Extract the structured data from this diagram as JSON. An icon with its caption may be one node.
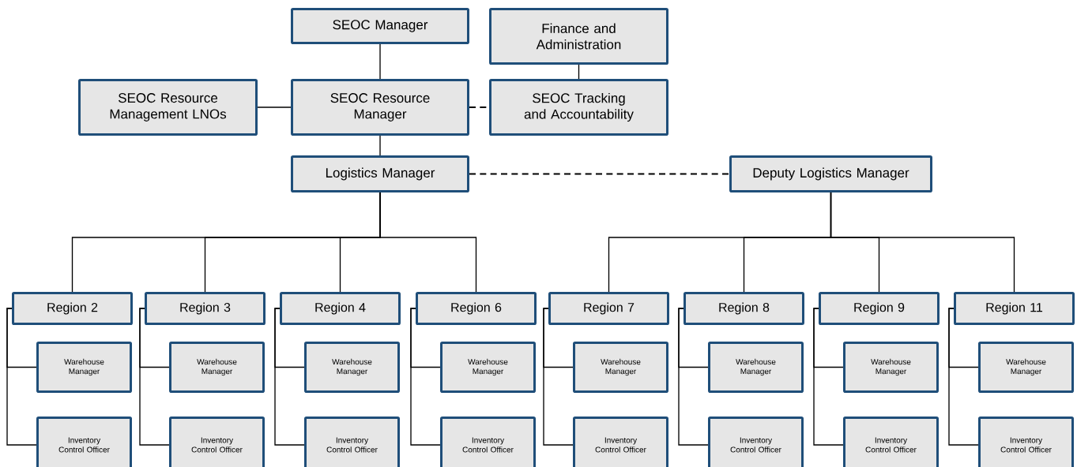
{
  "diagram": {
    "nodes": [
      {
        "text": [
          "SEOC Manager"
        ]
      },
      {
        "text": [
          "Finance and Administration"
        ]
      },
      {
        "text": [
          "SEOC Resource Management LNOs"
        ]
      },
      {
        "text": [
          "SEOC Resource Manager"
        ]
      },
      {
        "text": [
          "SEOC Tracking and Accountability"
        ]
      },
      {
        "text": [
          "Logistics Manager"
        ]
      },
      {
        "text": [
          "Deputy Logistics Manager"
        ]
      },
      {
        "text": [
          "Region 2"
        ]
      },
      {
        "text": [
          "Warehouse Manager"
        ]
      },
      {
        "text": [
          "Inventory Control Officer"
        ]
      },
      {
        "text": [
          "Region 3"
        ]
      },
      {
        "text": [
          "Warehouse Manager"
        ]
      },
      {
        "text": [
          "Inventory Control Officer"
        ]
      },
      {
        "text": [
          "Region 4"
        ]
      },
      {
        "text": [
          "Warehouse Manager"
        ]
      },
      {
        "text": [
          "Inventory Control Officer"
        ]
      },
      {
        "text": [
          "Region 6"
        ]
      },
      {
        "text": [
          "Warehouse Manager"
        ]
      },
      {
        "text": [
          "Inventory Control Officer"
        ]
      },
      {
        "text": [
          "Region 7"
        ]
      },
      {
        "text": [
          "Warehouse Manager"
        ]
      },
      {
        "text": [
          "Inventory Control Officer"
        ]
      },
      {
        "text": [
          "Region 8"
        ]
      },
      {
        "text": [
          "Warehouse Manager"
        ]
      },
      {
        "text": [
          "Inventory Control Officer"
        ]
      },
      {
        "text": [
          "Region 9"
        ]
      },
      {
        "text": [
          "Warehouse Manager"
        ]
      },
      {
        "text": [
          "Inventory Control Officer"
        ]
      },
      {
        "text": [
          "Region 11"
        ]
      },
      {
        "text": [
          "Warehouse Manager"
        ]
      },
      {
        "text": [
          "Inventory Control Officer"
        ]
      }
    ],
    "edges": [
      {
        "from": 0,
        "to": 3,
        "arrow": "none"
      },
      {
        "from": 1,
        "to": 4,
        "arrow": "none"
      },
      {
        "from": 3,
        "to": 2,
        "arrow": "none"
      },
      {
        "from": 3,
        "to": 4,
        "arrow": "none",
        "style": "dashed"
      },
      {
        "from": 3,
        "to": 5,
        "arrow": "none"
      },
      {
        "from": 5,
        "to": 6,
        "arrow": "none",
        "style": "dashed"
      },
      {
        "from": 5,
        "to": 7,
        "arrow": "none"
      },
      {
        "from": 5,
        "to": 10,
        "arrow": "none"
      },
      {
        "from": 5,
        "to": 13,
        "arrow": "none"
      },
      {
        "from": 5,
        "to": 16,
        "arrow": "none"
      },
      {
        "from": 6,
        "to": 19,
        "arrow": "none"
      },
      {
        "from": 6,
        "to": 22,
        "arrow": "none"
      },
      {
        "from": 6,
        "to": 25,
        "arrow": "none"
      },
      {
        "from": 6,
        "to": 28,
        "arrow": "none"
      },
      {
        "from": 7,
        "to": 8,
        "arrow": "none"
      },
      {
        "from": 7,
        "to": 9,
        "arrow": "none"
      },
      {
        "from": 10,
        "to": 11,
        "arrow": "none"
      },
      {
        "from": 10,
        "to": 12,
        "arrow": "none"
      },
      {
        "from": 13,
        "to": 14,
        "arrow": "none"
      },
      {
        "from": 13,
        "to": 15,
        "arrow": "none"
      },
      {
        "from": 16,
        "to": 17,
        "arrow": "none"
      },
      {
        "from": 16,
        "to": 18,
        "arrow": "none"
      },
      {
        "from": 19,
        "to": 20,
        "arrow": "none"
      },
      {
        "from": 19,
        "to": 21,
        "arrow": "none"
      },
      {
        "from": 22,
        "to": 23,
        "arrow": "none"
      },
      {
        "from": 22,
        "to": 24,
        "arrow": "none"
      },
      {
        "from": 25,
        "to": 26,
        "arrow": "none"
      },
      {
        "from": 25,
        "to": 27,
        "arrow": "none"
      },
      {
        "from": 28,
        "to": 29,
        "arrow": "none"
      },
      {
        "from": 28,
        "to": 30,
        "arrow": "none"
      }
    ]
  }
}
